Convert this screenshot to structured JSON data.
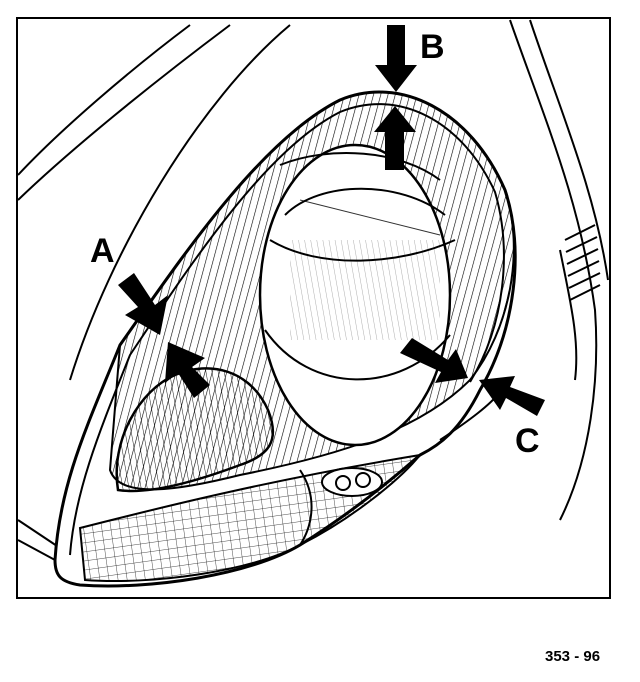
{
  "labels": {
    "a": "A",
    "b": "B",
    "c": "C"
  },
  "reference": "353 - 96",
  "colors": {
    "ink": "#000000",
    "paper": "#ffffff"
  }
}
